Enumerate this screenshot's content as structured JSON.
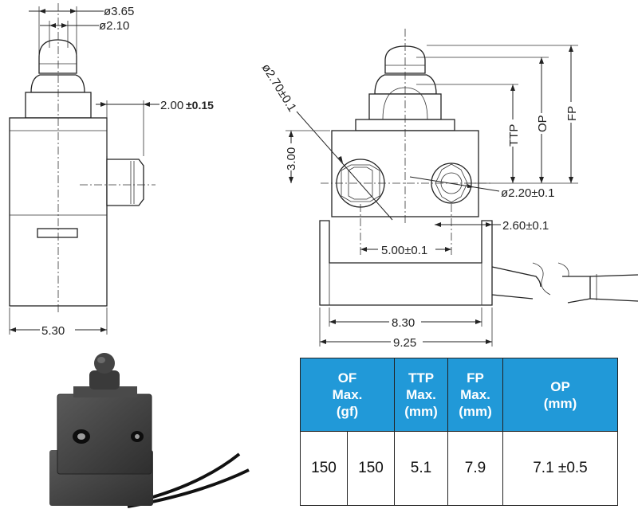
{
  "drawing": {
    "side_view": {
      "dia_outer": "ø3.65",
      "dia_inner": "ø2.10",
      "boss_width": "2.00",
      "boss_tol": "±0.15",
      "width": "5.30"
    },
    "front_view": {
      "hole_dia": "ø2.70±0.1",
      "hole_height": "3.00",
      "small_hole_dia": "ø2.20±0.1",
      "hole_pitch": "5.00±0.1",
      "small_offset": "2.60±0.1",
      "base_width": "8.30",
      "total_width": "9.25",
      "ttp_label": "TTP",
      "op_label": "OP",
      "fp_label": "FP"
    }
  },
  "spec_table": {
    "headers": [
      {
        "lines": [
          "OF",
          "Max.",
          "(gf)"
        ]
      },
      {
        "lines": [
          "TTP",
          "Max.",
          "(mm)"
        ]
      },
      {
        "lines": [
          "FP",
          "Max.",
          "(mm)"
        ]
      },
      {
        "lines": [
          "OP",
          "(mm)"
        ]
      }
    ],
    "row": [
      "150",
      "150",
      "5.1",
      "7.9",
      "7.1 ±0.5"
    ]
  },
  "colors": {
    "header_bg": "#2199d8",
    "header_text": "#ffffff",
    "switch_body": "#3c3c3c"
  }
}
